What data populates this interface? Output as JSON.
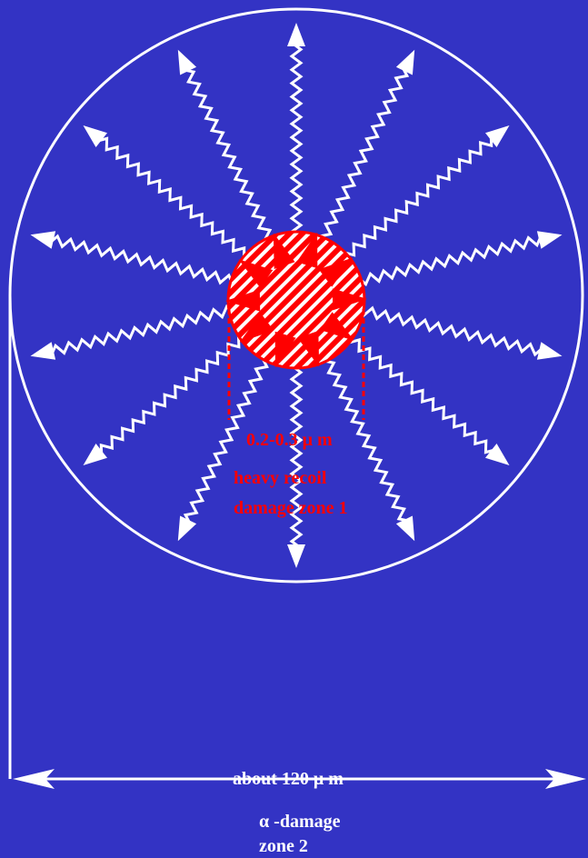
{
  "labels": {
    "inner_size": "0.2-0.3 μ m",
    "inner_zone_line1": "heavy recoil",
    "inner_zone_line2": "damage zone 1",
    "outer_size": "about 120  μ m",
    "outer_zone_line1": "α -damage",
    "outer_zone_line2": "zone 2"
  },
  "colors": {
    "background": "#3333c4",
    "outer": "#ffffff",
    "inner": "#ff0000"
  },
  "alpha_tracks": {
    "count": 14,
    "icon": "wavy-arrow"
  },
  "recoil_tracks": {
    "count": 10,
    "icon": "red-arrowhead"
  }
}
